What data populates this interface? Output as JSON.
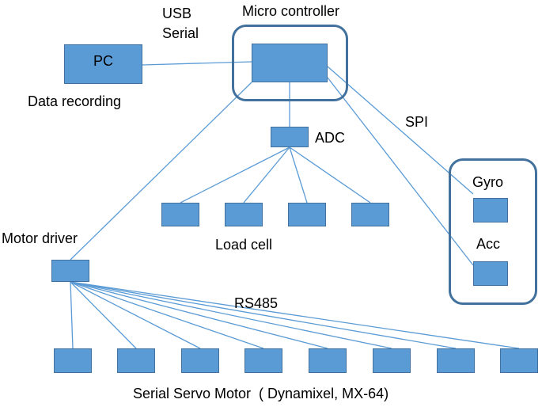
{
  "labels": {
    "usb_serial_line1": "USB",
    "usb_serial_line2": "Serial",
    "micro_controller": "Micro controller",
    "pc": "PC",
    "data_recording": "Data recording",
    "spi": "SPI",
    "adc": "ADC",
    "gyro": "Gyro",
    "acc": "Acc",
    "motor_driver": "Motor driver",
    "load_cell": "Load cell",
    "rs485": "RS485",
    "serial_servo_motor": "Serial Servo Motor  ( Dynamixel, MX-64)"
  },
  "colors": {
    "box_fill": "#5b9bd5",
    "box_border": "#41719c",
    "line": "#5b9bd5"
  }
}
